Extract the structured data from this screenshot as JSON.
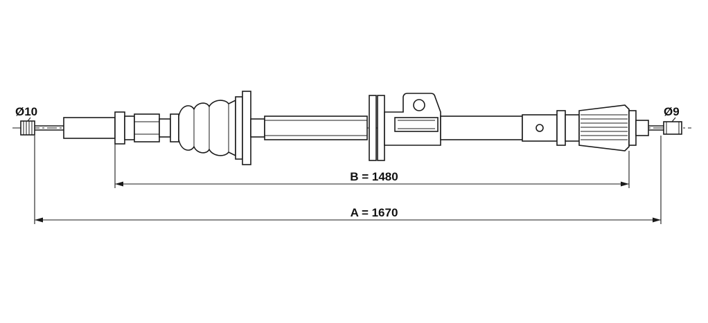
{
  "labels": {
    "dia_left": "Ø10",
    "dia_right": "Ø9",
    "dim_b": "B = 1480",
    "dim_a": "A = 1670"
  }
}
